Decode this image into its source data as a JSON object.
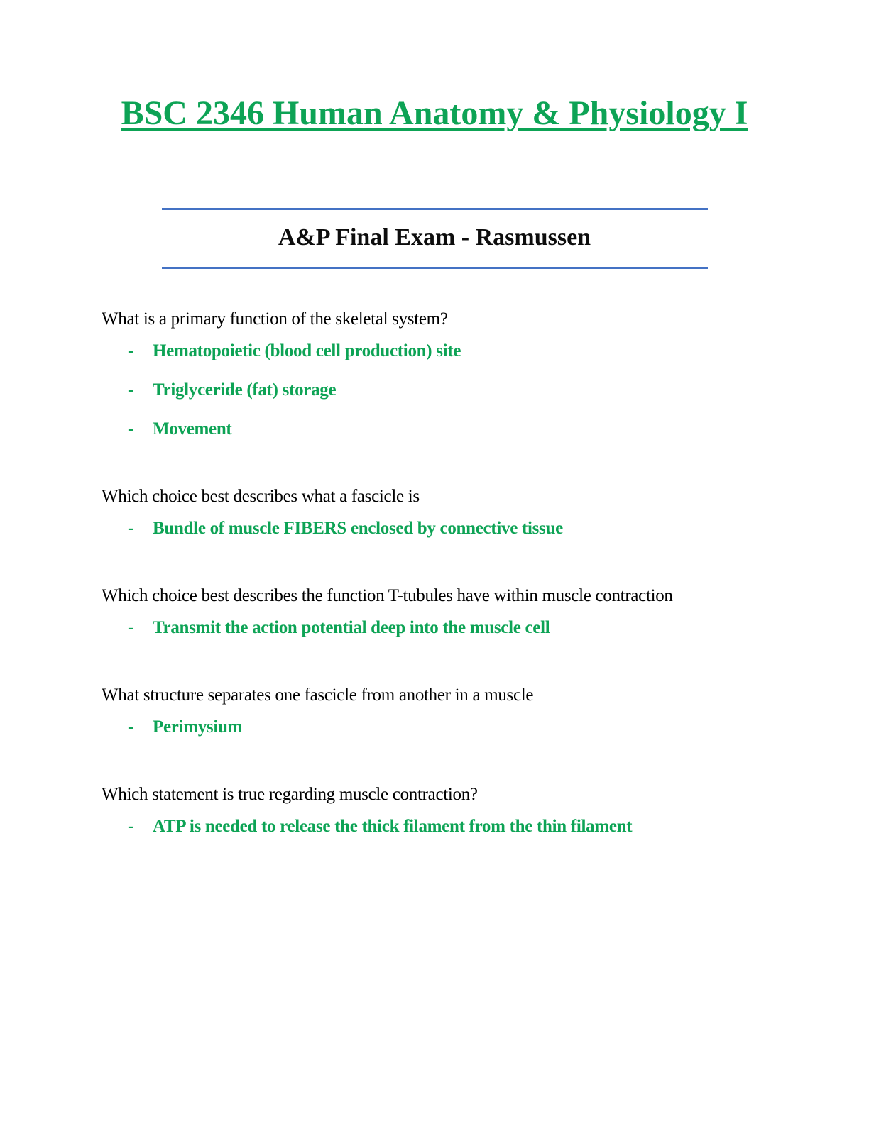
{
  "title": "BSC 2346 Human Anatomy & Physiology I",
  "subtitle": "A&P Final Exam - Rasmussen",
  "bullet": "-",
  "colors": {
    "title_green": "#0da355",
    "answer_green": "#0da355",
    "divider_blue": "#4472c4",
    "question_black": "#000000"
  },
  "qa": [
    {
      "question": "What is a primary function of the skeletal system?",
      "answers": [
        "Hematopoietic (blood cell production) site",
        "Triglyceride (fat) storage",
        "Movement"
      ]
    },
    {
      "question": "Which choice best describes what a fascicle is",
      "answers": [
        "Bundle of muscle FIBERS enclosed by connective tissue"
      ]
    },
    {
      "question": "Which choice best describes the function T-tubules have within muscle contraction",
      "answers": [
        "Transmit the action potential deep into the muscle cell"
      ]
    },
    {
      "question": "What structure separates one fascicle from another in a muscle",
      "answers": [
        "Perimysium"
      ]
    },
    {
      "question": "Which statement is true regarding muscle contraction?",
      "answers": [
        "ATP is needed to release the thick filament from the thin filament"
      ]
    }
  ]
}
